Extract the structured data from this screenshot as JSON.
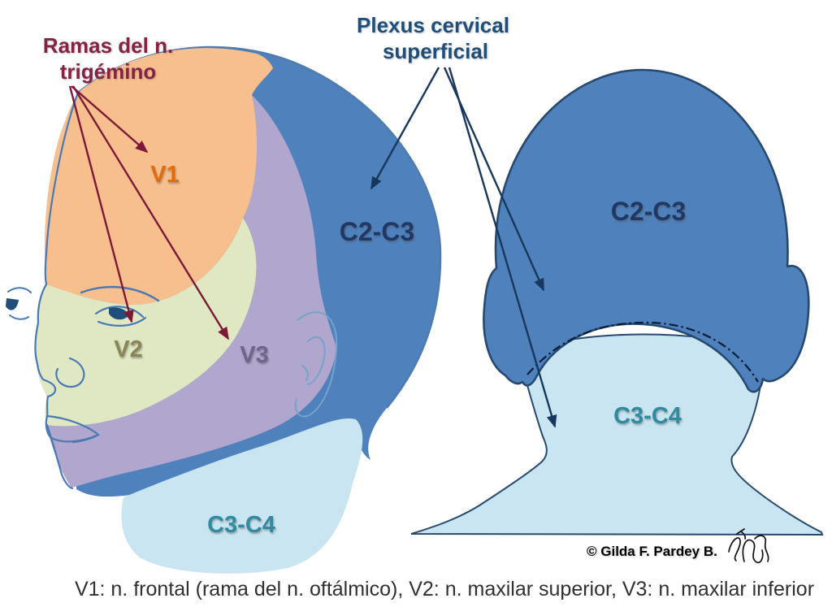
{
  "figure": {
    "left_title": {
      "lines": [
        "Ramas del n.",
        "trigémino"
      ]
    },
    "right_title": {
      "lines": [
        "Plexus cervical",
        "superficial"
      ]
    },
    "labels": {
      "v1": "V1",
      "v2": "V2",
      "v3": "V3",
      "c2c3": "C2-C3",
      "c3c4": "C3-C4"
    },
    "caption": "V1: n. frontal (rama del n. oftálmico), V2: n. maxilar superior, V3: n. maxilar inferior",
    "copyright": "© Gilda F. Pardey B.",
    "colors": {
      "v1_fill": "#F7BF8D",
      "v2_fill": "#DFE8C2",
      "v3_fill": "#B1A6CE",
      "c2c3_fill": "#4F81BD",
      "c3c4_fill": "#C9E5F1",
      "v1_text": "#E36C0A",
      "v2_text": "#8A8456",
      "v3_text": "#6F6390",
      "c2c3_text": "#1F3864",
      "c3c4_text": "#2E8BA0",
      "left_title_text": "#862345",
      "right_title_text": "#1F4E79",
      "trigeminal_arrow": "#7D1837",
      "plexus_arrow": "#17375E",
      "outline": "#27496F",
      "contour_line": "#4E7CB0",
      "face_line": "#4A7AB5",
      "ear_line": "#76A3CC",
      "iris_fill": "#1F4E79",
      "hairline_dash": "#0B1C38",
      "caption_text": "#303030",
      "copyright_text": "#000000",
      "signature_ink": "#111111"
    }
  }
}
